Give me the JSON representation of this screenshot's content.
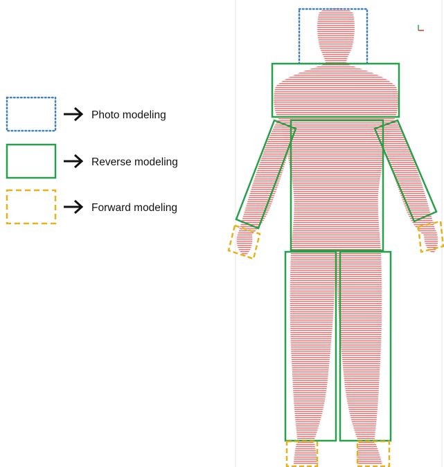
{
  "legend": {
    "items": [
      {
        "label": "Photo modeling",
        "style": "dotted",
        "color": "#3b7fc0"
      },
      {
        "label": "Reverse modeling",
        "style": "solid",
        "color": "#27a04a"
      },
      {
        "label": "Forward modeling",
        "style": "dashed",
        "color": "#e6b21c"
      }
    ]
  },
  "figure": {
    "point_cloud_color": "#ee3b3b",
    "regions": [
      {
        "name": "head",
        "method": "Photo modeling"
      },
      {
        "name": "shoulders",
        "method": "Reverse modeling"
      },
      {
        "name": "torso",
        "method": "Reverse modeling"
      },
      {
        "name": "left-arm",
        "method": "Reverse modeling"
      },
      {
        "name": "right-arm",
        "method": "Reverse modeling"
      },
      {
        "name": "left-hand",
        "method": "Forward modeling"
      },
      {
        "name": "right-hand",
        "method": "Forward modeling"
      },
      {
        "name": "left-leg",
        "method": "Reverse modeling"
      },
      {
        "name": "right-leg",
        "method": "Reverse modeling"
      },
      {
        "name": "left-foot",
        "method": "Forward modeling"
      },
      {
        "name": "right-foot",
        "method": "Forward modeling"
      }
    ]
  }
}
